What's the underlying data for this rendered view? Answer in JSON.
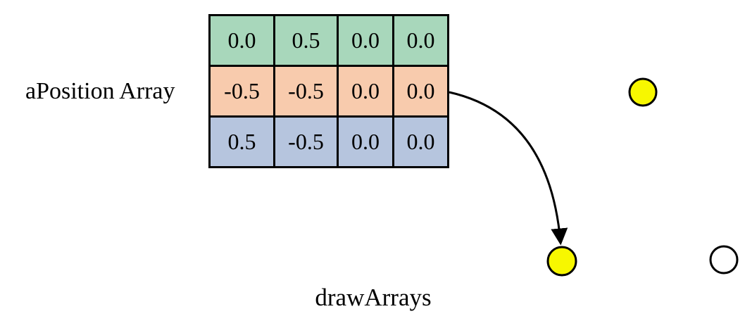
{
  "diagram": {
    "array_label": "aPosition Array",
    "caption": "drawArrays",
    "table": {
      "rows": [
        {
          "color": "#a8d7bb",
          "cells": [
            "0.0",
            "0.5",
            "0.0",
            "0.0"
          ]
        },
        {
          "color": "#f8cbad",
          "cells": [
            "-0.5",
            "-0.5",
            "0.0",
            "0.0"
          ]
        },
        {
          "color": "#b6c5de",
          "cells": [
            "0.5",
            "-0.5",
            "0.0",
            "0.0"
          ]
        }
      ]
    },
    "arrow": {
      "color": "#000000",
      "from": "row-2-orange",
      "to": "bottom-left-point"
    },
    "points": [
      {
        "id": "top-point",
        "fill": "#f7f700",
        "stroke": "#000000"
      },
      {
        "id": "bottom-left-point",
        "fill": "#f7f700",
        "stroke": "#000000"
      },
      {
        "id": "bottom-right-point",
        "fill": "#ffffff",
        "stroke": "#000000"
      }
    ]
  }
}
